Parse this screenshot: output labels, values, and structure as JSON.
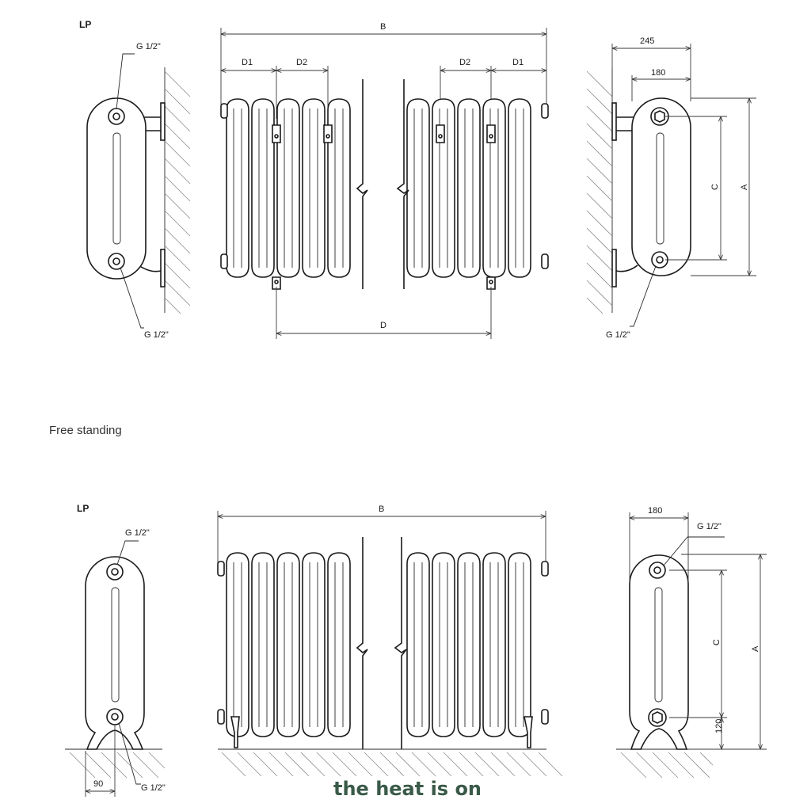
{
  "wall_section": {
    "label": "LP",
    "side_left": {
      "connection_top": "G 1/2\"",
      "connection_bottom": "G 1/2\""
    },
    "front": {
      "dim_b": "B",
      "dim_d": "D",
      "dim_d1_left": "D1",
      "dim_d2_left": "D2",
      "dim_d2_right": "D2",
      "dim_d1_right": "D1"
    },
    "side_right": {
      "depth_total": "245",
      "depth_body": "180",
      "dim_c": "C",
      "dim_a": "A",
      "connection_bottom": "G 1/2\""
    }
  },
  "free_section": {
    "title": "Free standing",
    "label": "LP",
    "side_left": {
      "connection_top": "G 1/2\"",
      "connection_bottom": "G 1/2\"",
      "foot_offset": "90"
    },
    "front": {
      "dim_b": "B"
    },
    "side_right": {
      "depth_body": "180",
      "connection_top": "G 1/2\"",
      "dim_c": "C",
      "dim_a": "A",
      "leg_height": "120"
    }
  },
  "logo": {
    "text": "the heat is on",
    "color": "#3a5a48"
  }
}
